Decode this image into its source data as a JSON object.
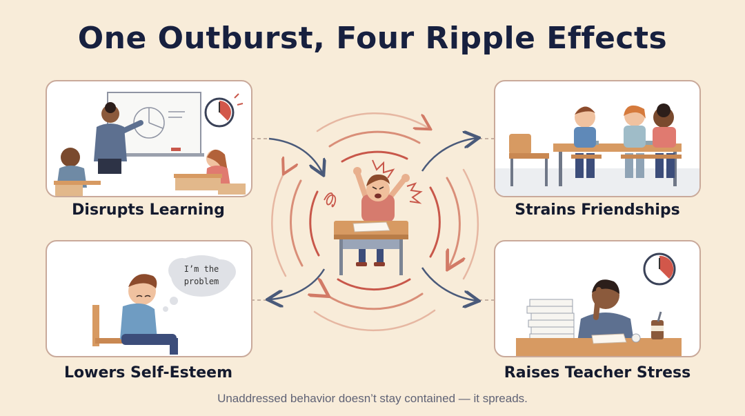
{
  "title": "One Outburst, Four Ripple Effects",
  "effects": [
    {
      "label": "Disrupts Learning"
    },
    {
      "label": "Strains Friendships"
    },
    {
      "label": "Lowers Self-Esteem"
    },
    {
      "label": "Raises Teacher Stress"
    }
  ],
  "thought_bubble": {
    "line1": "I’m the",
    "line2": "problem"
  },
  "footer": "Unaddressed behavior doesn’t stay contained — it spreads.",
  "colors": {
    "background": "#f8ecd9",
    "ripple_red": "#c8574a",
    "ripple_light": "#e2a990",
    "arrow": "#4a5a7a",
    "panel_border": "#c9a99a"
  }
}
